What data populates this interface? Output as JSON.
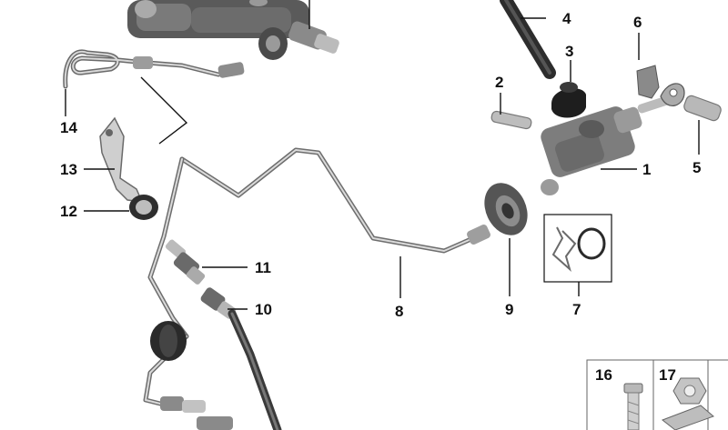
{
  "callouts": {
    "c1": "1",
    "c2": "2",
    "c3": "3",
    "c4": "4",
    "c5": "5",
    "c6": "6",
    "c7": "7",
    "c8": "8",
    "c9": "9",
    "c10": "10",
    "c11": "11",
    "c12": "12",
    "c13": "13",
    "c14": "14",
    "c16": "16",
    "c17": "17"
  },
  "colors": {
    "part_dark": "#3a3a3a",
    "part_mid": "#8a8a8a",
    "part_light": "#c8c8c8",
    "leader": "#111111"
  }
}
